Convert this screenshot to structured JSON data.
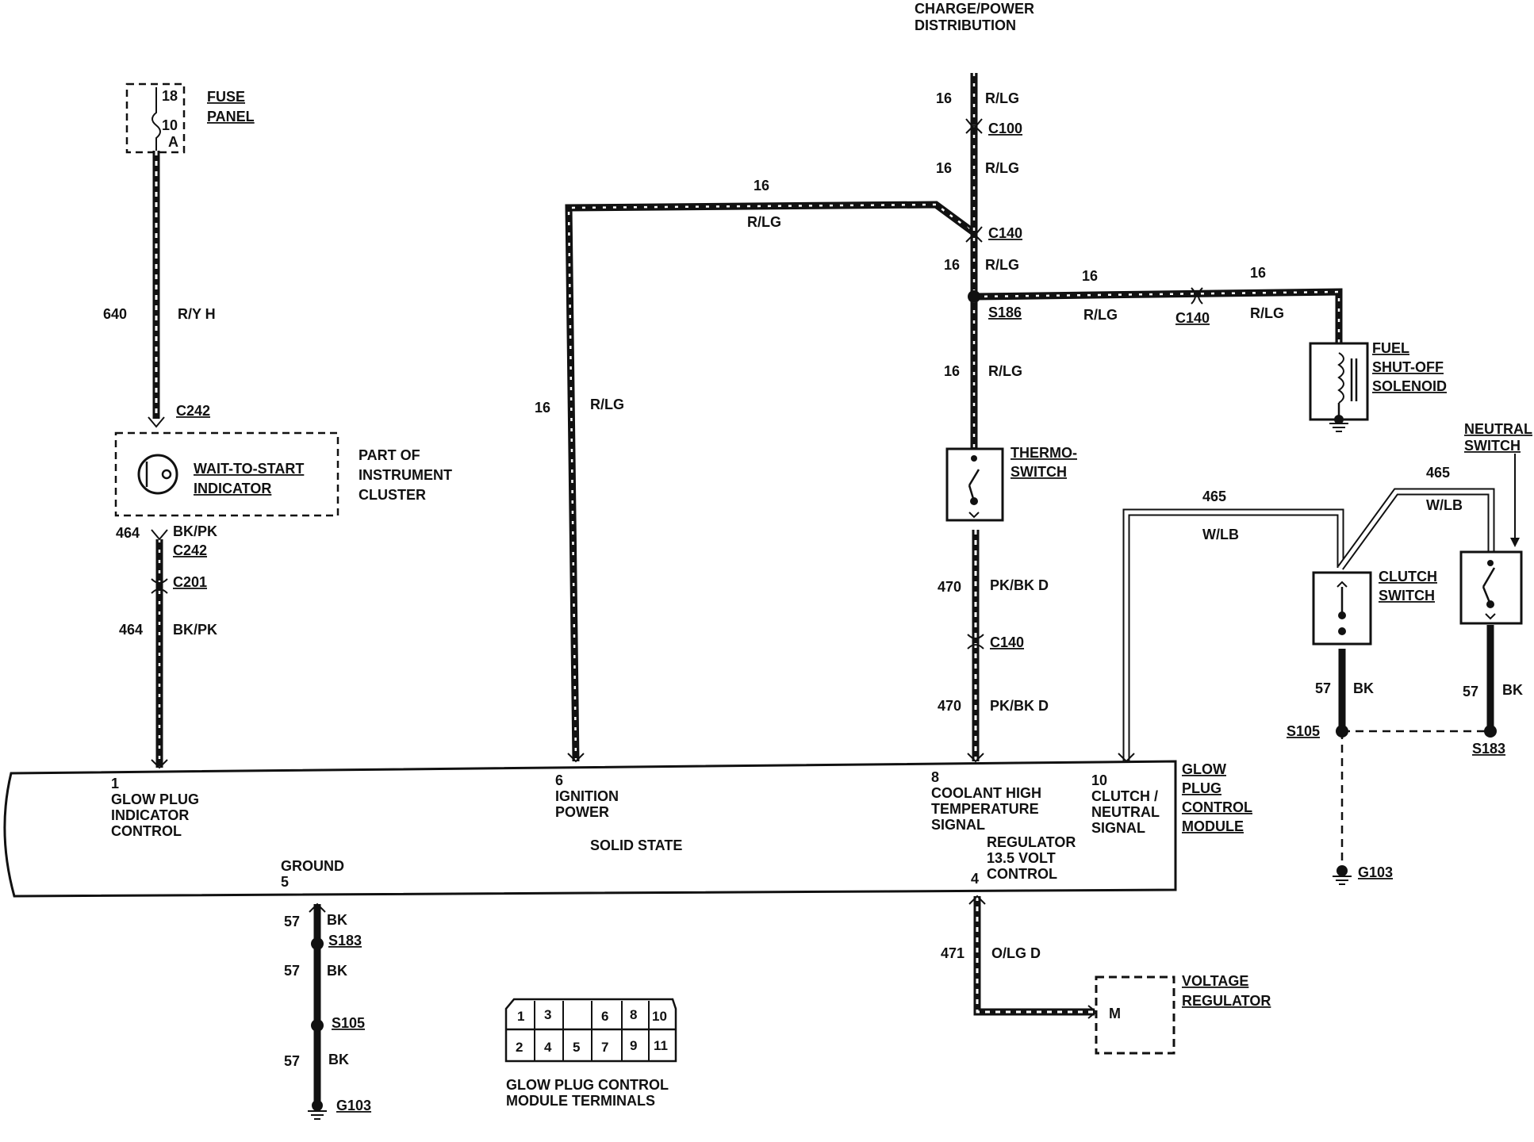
{
  "charge_power": [
    "CHARGE/POWER",
    "DISTRIBUTION"
  ],
  "fuse_panel": {
    "label": [
      "FUSE",
      "PANEL"
    ],
    "fuse_no": "18",
    "rating": "10",
    "unit": "A"
  },
  "wires": {
    "w640": {
      "num": "640",
      "color": "R/Y H"
    },
    "w464": {
      "num": "464",
      "color": "BK/PK"
    },
    "w16": {
      "num": "16",
      "color": "R/LG"
    },
    "w470": {
      "num": "470",
      "color": "PK/BK D"
    },
    "w465": {
      "num": "465",
      "color": "W/LB"
    },
    "w57": {
      "num": "57",
      "color": "BK"
    },
    "w471": {
      "num": "471",
      "color": "O/LG D"
    }
  },
  "connectors": {
    "c100": "C100",
    "c140": "C140",
    "c242": "C242",
    "c201": "C201"
  },
  "splices": {
    "s186": "S186",
    "s105": "S105",
    "s183": "S183"
  },
  "grounds": {
    "g103": "G103"
  },
  "indicator": {
    "label": [
      "WAIT-TO-START",
      "INDICATOR"
    ],
    "part_of": [
      "PART OF",
      "INSTRUMENT",
      "CLUSTER"
    ]
  },
  "fuel_solenoid": [
    "FUEL",
    "SHUT-OFF",
    "SOLENOID"
  ],
  "thermo_switch": [
    "THERMO-",
    "SWITCH"
  ],
  "clutch_switch": [
    "CLUTCH",
    "SWITCH"
  ],
  "neutral_switch": [
    "NEUTRAL",
    "SWITCH"
  ],
  "voltage_regulator": {
    "label": [
      "VOLTAGE",
      "REGULATOR"
    ],
    "symbol": "M"
  },
  "module": {
    "name": [
      "GLOW",
      "PLUG",
      "CONTROL",
      "MODULE"
    ],
    "pin1": [
      "1",
      "GLOW PLUG",
      "INDICATOR",
      "CONTROL"
    ],
    "pin6": [
      "6",
      "IGNITION",
      "POWER"
    ],
    "pin8": [
      "8",
      "COOLANT HIGH",
      "TEMPERATURE",
      "SIGNAL"
    ],
    "pin10": [
      "10",
      "CLUTCH /",
      "NEUTRAL",
      "SIGNAL"
    ],
    "solid_state": "SOLID STATE",
    "regulator": [
      "REGULATOR",
      "13.5 VOLT",
      "CONTROL"
    ],
    "pin4": "4",
    "ground": [
      "GROUND",
      "5"
    ]
  },
  "terminals": {
    "top": [
      "1",
      "3",
      "",
      "6",
      "8",
      "10"
    ],
    "bottom": [
      "2",
      "4",
      "5",
      "7",
      "9",
      "11"
    ],
    "caption": [
      "GLOW PLUG CONTROL",
      "MODULE TERMINALS"
    ]
  }
}
